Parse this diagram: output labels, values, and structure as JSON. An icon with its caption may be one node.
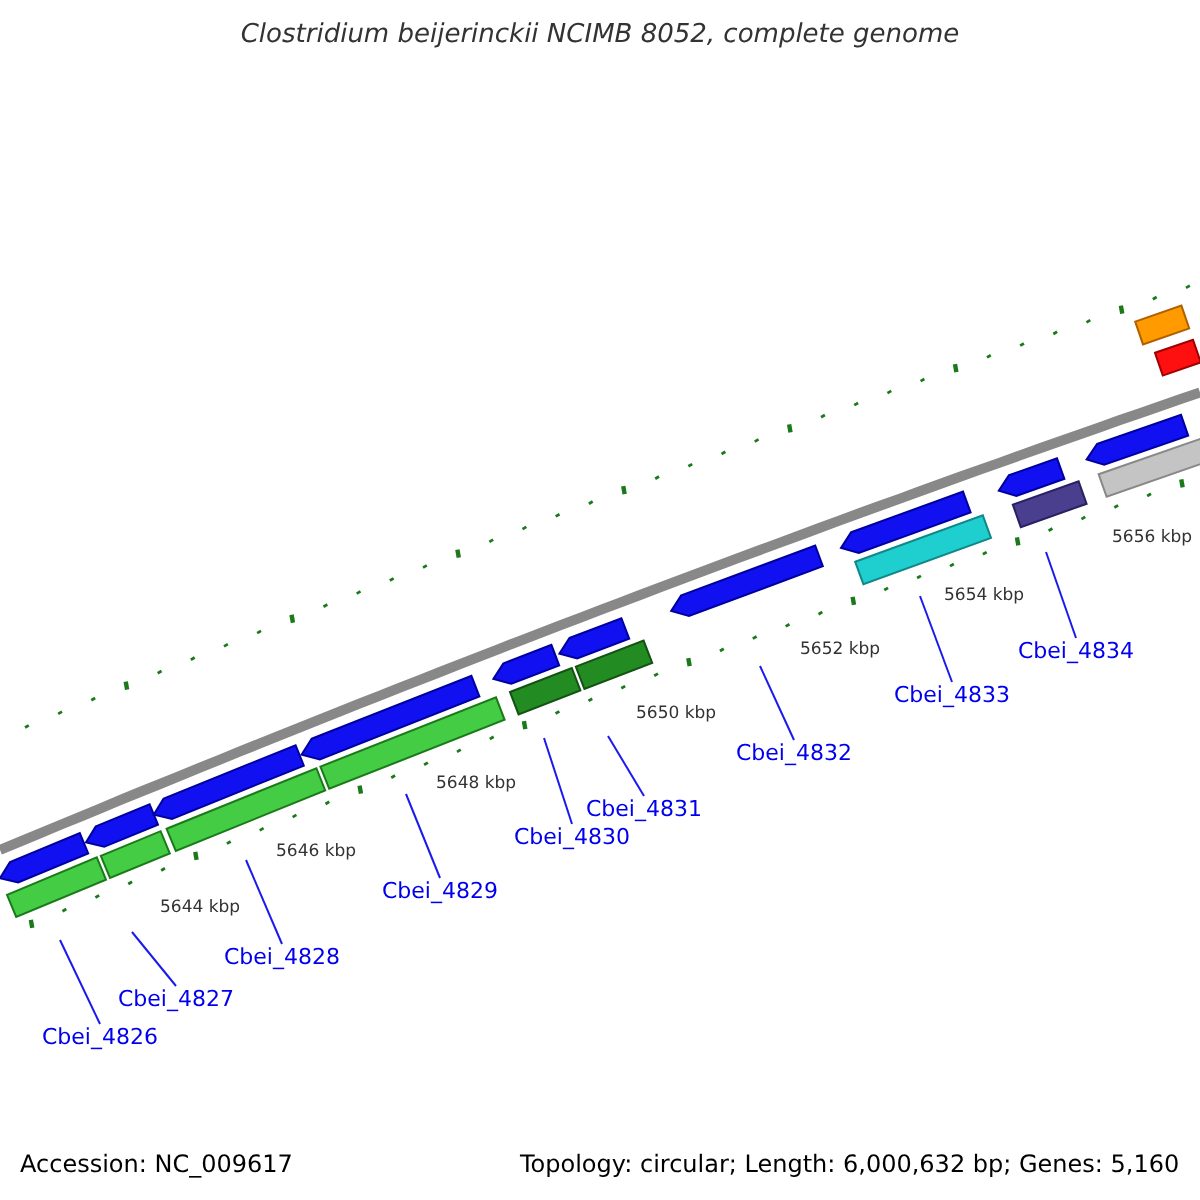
{
  "diagram": {
    "title": "Clostridium beijerinckii NCIMB 8052, complete genome",
    "nodes": [
      {
        "text": [
          "Cbei_4826"
        ]
      },
      {
        "text": [
          "Cbei_4827"
        ]
      },
      {
        "text": [
          "Cbei_4828"
        ]
      },
      {
        "text": [
          "Cbei_4829"
        ]
      },
      {
        "text": [
          "Cbei_4830"
        ]
      },
      {
        "text": [
          "Cbei_4831"
        ]
      },
      {
        "text": [
          "Cbei_4832"
        ]
      },
      {
        "text": [
          "Cbei_4833"
        ]
      },
      {
        "text": [
          "Cbei_4834"
        ]
      }
    ],
    "edges": [
      {
        "from": 0,
        "to": null,
        "arrow": "none"
      },
      {
        "from": 1,
        "to": null,
        "arrow": "none"
      },
      {
        "from": 2,
        "to": null,
        "arrow": "none"
      },
      {
        "from": 3,
        "to": null,
        "arrow": "none"
      },
      {
        "from": 4,
        "to": null,
        "arrow": "none"
      },
      {
        "from": 5,
        "to": null,
        "arrow": "none"
      },
      {
        "from": 6,
        "to": null,
        "arrow": "none"
      },
      {
        "from": 7,
        "to": null,
        "arrow": "none"
      },
      {
        "from": 8,
        "to": null,
        "arrow": "none"
      }
    ],
    "labels": [
      "5656 kbp",
      "5654 kbp",
      "5652 kbp",
      "5650 kbp",
      "5648 kbp",
      "5646 kbp",
      "5644 kbp",
      "Accession: NC_009617",
      "Topology: circular; Length: 6,000,632 bp; Genes: 5,160"
    ]
  }
}
